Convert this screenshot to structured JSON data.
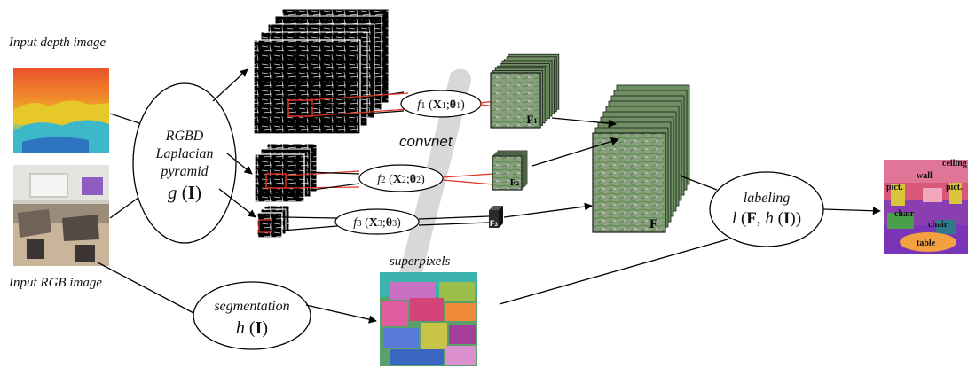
{
  "labels": {
    "input_depth": "Input depth image",
    "input_rgb": "Input RGB image",
    "convnet": "convnet",
    "superpixels": "superpixels"
  },
  "pyramid_node": {
    "line1": "RGBD",
    "line2": "Laplacian",
    "line3": "pyramid",
    "func": "g",
    "arg": "I"
  },
  "segmentation_node": {
    "line1": "segmentation",
    "func": "h",
    "arg": "I"
  },
  "labeling_node": {
    "line1": "labeling",
    "func": "l",
    "arg1": "F",
    "arg2_func": "h",
    "arg2": "I"
  },
  "convnet_nodes": [
    {
      "f": "f",
      "sub": "1",
      "X": "X",
      "xsub": "1",
      "theta": "θ",
      "tsub": "1"
    },
    {
      "f": "f",
      "sub": "2",
      "X": "X",
      "xsub": "2",
      "theta": "θ",
      "tsub": "2"
    },
    {
      "f": "f",
      "sub": "3",
      "X": "X",
      "xsub": "3",
      "theta": "θ",
      "tsub": "3"
    }
  ],
  "feature_labels": {
    "F1": "F",
    "F1_sub": "1",
    "F2": "F",
    "F2_sub": "2",
    "F3": "F",
    "F3_sub": "3",
    "F": "F"
  },
  "output_labels": [
    "ceiling",
    "wall",
    "pict.",
    "pict.",
    "chair",
    "chair",
    "table"
  ],
  "colors": {
    "red_line": "#e0301e",
    "feature_green": "#7d9a6e",
    "feature_dark": "#2a2a2a",
    "gray_band": "#d6d6d6"
  }
}
